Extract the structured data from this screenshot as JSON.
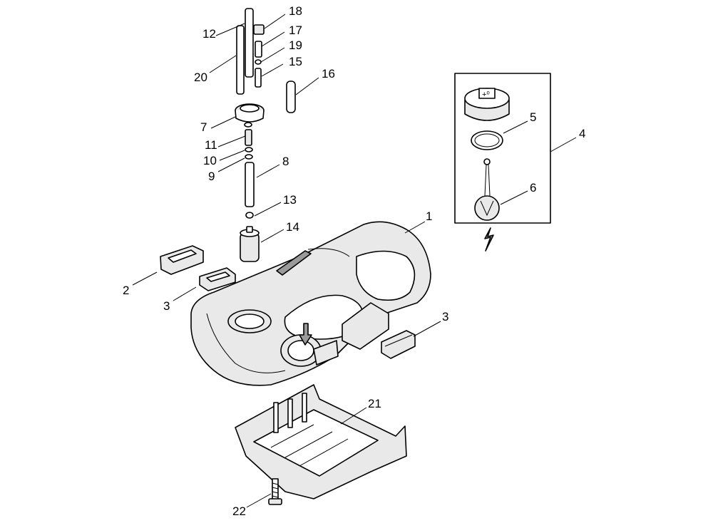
{
  "callouts": [
    {
      "id": "c1",
      "text": "1"
    },
    {
      "id": "c2",
      "text": "2"
    },
    {
      "id": "c3a",
      "text": "3"
    },
    {
      "id": "c3b",
      "text": "3"
    },
    {
      "id": "c4",
      "text": "4"
    },
    {
      "id": "c5",
      "text": "5"
    },
    {
      "id": "c6",
      "text": "6"
    },
    {
      "id": "c7",
      "text": "7"
    },
    {
      "id": "c8",
      "text": "8"
    },
    {
      "id": "c9",
      "text": "9"
    },
    {
      "id": "c10",
      "text": "10"
    },
    {
      "id": "c11",
      "text": "11"
    },
    {
      "id": "c12",
      "text": "12"
    },
    {
      "id": "c13",
      "text": "13"
    },
    {
      "id": "c14",
      "text": "14"
    },
    {
      "id": "c15",
      "text": "15"
    },
    {
      "id": "c16",
      "text": "16"
    },
    {
      "id": "c17",
      "text": "17"
    },
    {
      "id": "c18",
      "text": "18"
    },
    {
      "id": "c19",
      "text": "19"
    },
    {
      "id": "c20",
      "text": "20"
    },
    {
      "id": "c21",
      "text": "21"
    },
    {
      "id": "c22",
      "text": "22"
    }
  ],
  "colors": {
    "line": "#000000",
    "background": "#ffffff",
    "shade": "#e9e9e9",
    "dark": "#9a9a9a"
  }
}
